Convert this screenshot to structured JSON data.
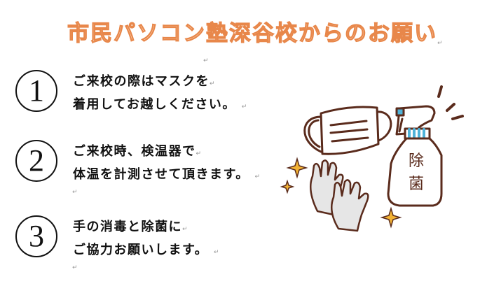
{
  "document": {
    "title": "市民パソコン塾深谷校からのお願い",
    "colors": {
      "title_fill": "#fbe3cf",
      "title_stroke": "#e8874a",
      "illustration_outline": "#5a2b1c",
      "spray_accent": "#4fb3d9",
      "sparkle": "#f2b233",
      "glove_fill": "#e6e6e6"
    },
    "items": [
      {
        "number": "①",
        "lines": [
          "ご来校の際はマスクを",
          "着用してお越しください。"
        ]
      },
      {
        "number": "②",
        "lines": [
          "ご来校時、検温器で",
          "体温を計測させて頂きます。"
        ]
      },
      {
        "number": "③",
        "lines": [
          "手の消毒と除菌に",
          "ご協力お願いします。"
        ]
      }
    ],
    "illustration": {
      "bottle_label_top": "除",
      "bottle_label_bottom": "菌",
      "icons": [
        "face-mask-icon",
        "gloves-icon",
        "spray-bottle-icon",
        "sparkle-icon"
      ]
    },
    "paragraph_mark": "↵"
  }
}
